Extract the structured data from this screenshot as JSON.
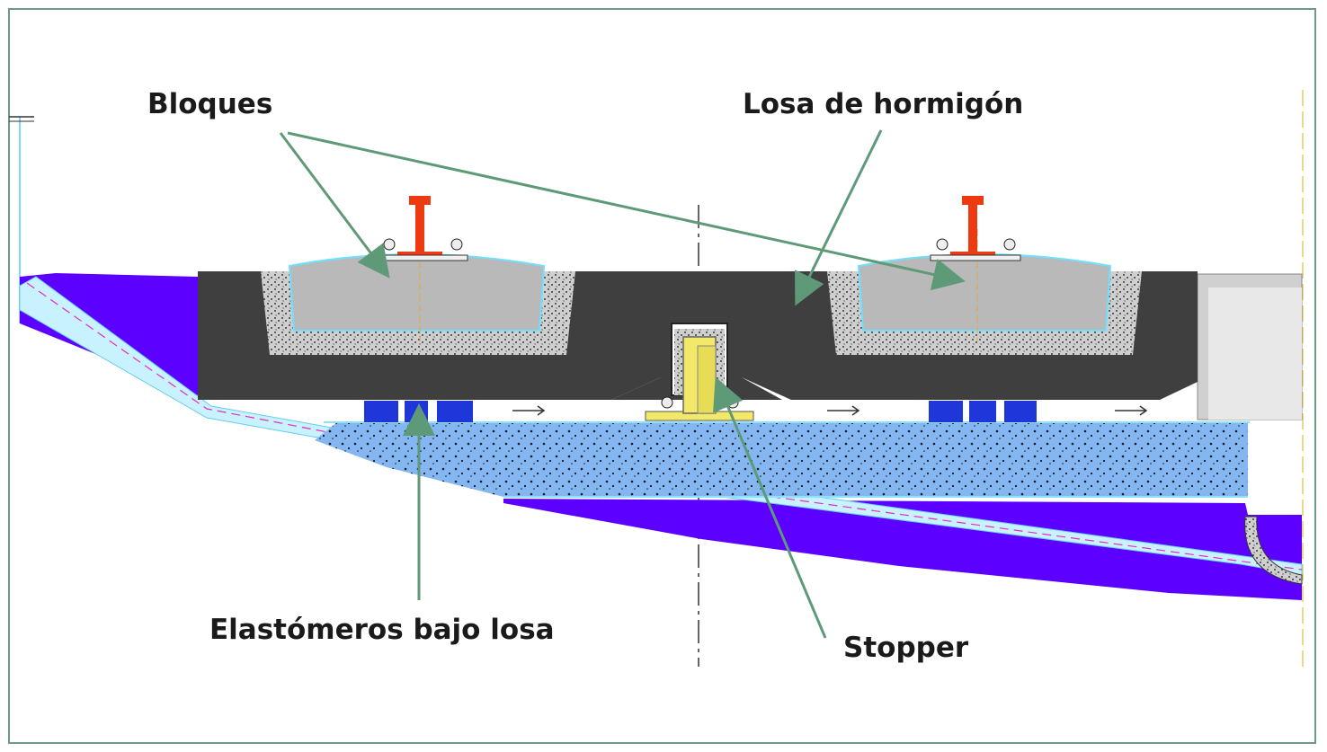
{
  "labels": {
    "bloques": "Bloques",
    "losa": "Losa de hormigón",
    "elastomeros": "Elastómeros bajo losa",
    "stopper": "Stopper"
  },
  "colors": {
    "frame": "#6e9a84",
    "leader": "#5f9a78",
    "slab": "#3f3f3f",
    "block": "#b9b9b9",
    "blue_concrete": "#84b6f2",
    "purple": "#5c00ff",
    "rail": "#ee3a10",
    "stopper": "#f2e86a",
    "elastomer": "#1f36d8"
  }
}
